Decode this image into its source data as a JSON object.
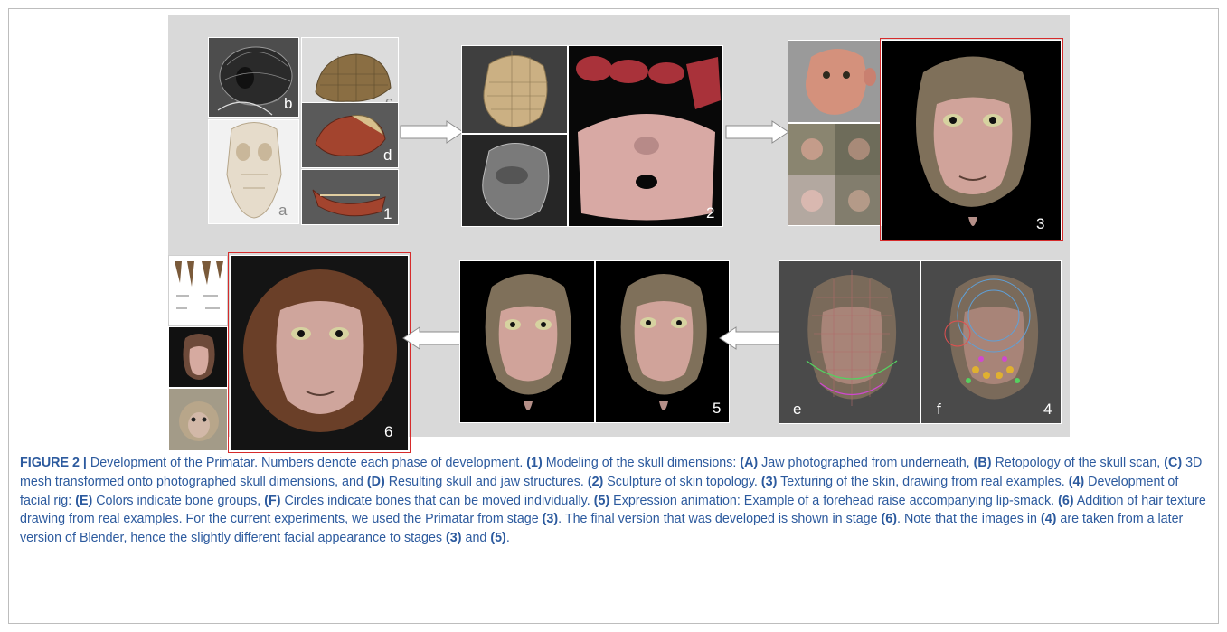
{
  "figure": {
    "panel_labels": {
      "a": "a",
      "b": "b",
      "c": "c",
      "d": "d",
      "e": "e",
      "f": "f",
      "s1": "1",
      "s2": "2",
      "s3": "3",
      "s4": "4",
      "s5": "5",
      "s6": "6"
    },
    "colors": {
      "panel_bg": "#d9d9d9",
      "highlight_border": "#d62b2b",
      "caption_text": "#2c5a9e"
    }
  },
  "caption": {
    "figure_label": "FIGURE 2 |",
    "parts": [
      " Development of the Primatar. Numbers denote each phase of development. ",
      "(1)",
      " Modeling of the skull dimensions: ",
      "(A)",
      " Jaw photographed from underneath, ",
      "(B)",
      " Retopology of the skull scan, ",
      "(C)",
      " 3D mesh transformed onto photographed skull dimensions, and ",
      "(D)",
      " Resulting skull and jaw structures. ",
      "(2)",
      " Sculpture of skin topology. ",
      "(3)",
      " Texturing of the skin, drawing from real examples. ",
      "(4)",
      " Development of facial rig: ",
      "(E)",
      " Colors indicate bone groups, ",
      "(F)",
      " Circles indicate bones that can be moved individually. ",
      "(5)",
      " Expression animation: Example of a forehead raise accompanying lip-smack. ",
      "(6)",
      " Addition of hair texture drawing from real examples. For the current experiments, we used the Primatar from stage ",
      "(3)",
      ". The final version that was developed is shown in stage ",
      "(6)",
      ". Note that the images in ",
      "(4)",
      " are taken from a later version of Blender, hence the slightly different facial appearance to stages ",
      "(3)",
      " and ",
      "(5)",
      "."
    ]
  }
}
